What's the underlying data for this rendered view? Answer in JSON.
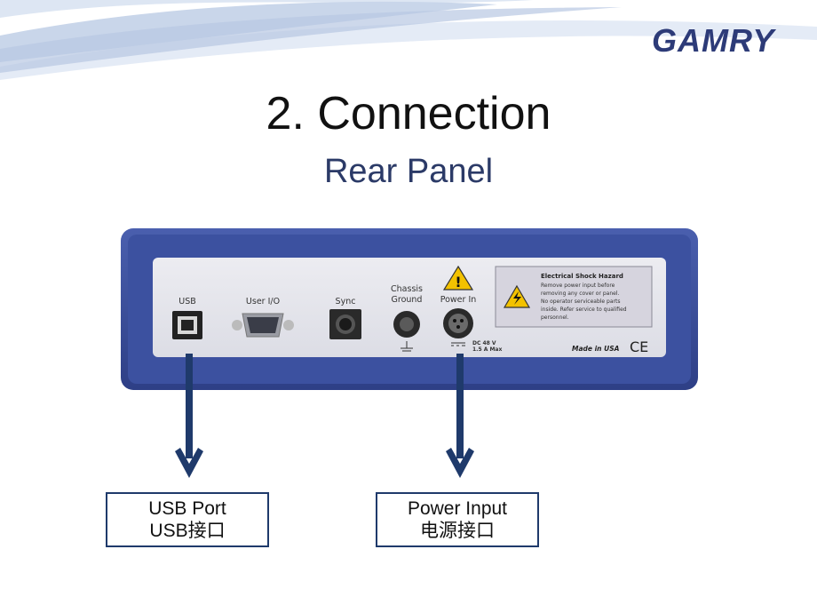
{
  "brand": {
    "logo_text": "GAMRY"
  },
  "slide": {
    "title": "2. Connection",
    "subtitle": "Rear Panel"
  },
  "panel": {
    "usb_label": "USB",
    "userio_label": "User I/O",
    "sync_label": "Sync",
    "chassis_ground_label": "Chassis Ground",
    "chassis_line1": "Chassis",
    "chassis_line2": "Ground",
    "power_in_label": "Power In",
    "power_rating_1": "DC 48 V",
    "power_rating_2": "1.5 A Max",
    "warning": {
      "title": "Electrical Shock Hazard",
      "lines": [
        "Remove power input before",
        "removing any cover or panel.",
        "No operator serviceable parts",
        "inside. Refer service to qualified",
        "personnel."
      ]
    },
    "made_in": "Made in USA",
    "ce_mark": "CE"
  },
  "callouts": {
    "usb": {
      "line1": "USB Port",
      "line2": "USB接口"
    },
    "power": {
      "line1": "Power Input",
      "line2": "电源接口"
    }
  },
  "colors": {
    "accent_blue": "#1f3a6b",
    "device_blue": "#3a4f9a",
    "title_blue": "#2b3a67",
    "warning_yellow": "#f3c200"
  }
}
